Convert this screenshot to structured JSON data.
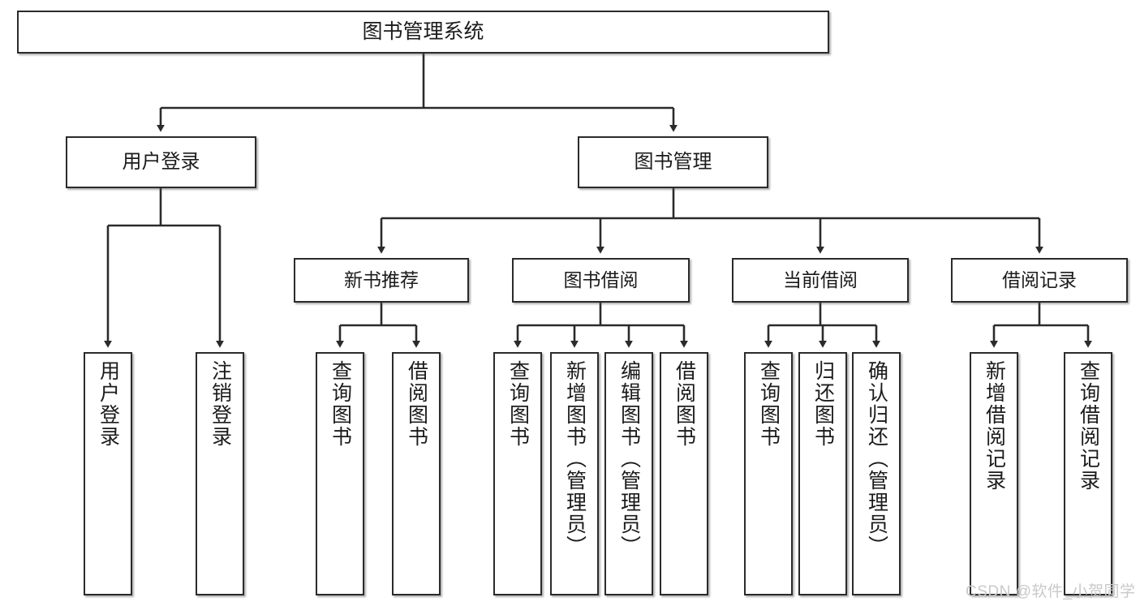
{
  "diagram": {
    "type": "tree",
    "title": "图书管理系统",
    "root": {
      "label": "图书管理系统"
    },
    "level2": [
      {
        "label": "用户登录"
      },
      {
        "label": "图书管理"
      }
    ],
    "level3": [
      {
        "label": "新书推荐"
      },
      {
        "label": "图书借阅"
      },
      {
        "label": "当前借阅"
      },
      {
        "label": "借阅记录"
      }
    ],
    "leaves": [
      {
        "label": "用户登录"
      },
      {
        "label": "注销登录"
      },
      {
        "label": "查询图书"
      },
      {
        "label": "借阅图书"
      },
      {
        "label": "查询图书"
      },
      {
        "label": "新增图书（管理员）"
      },
      {
        "label": "编辑图书（管理员）"
      },
      {
        "label": "借阅图书"
      },
      {
        "label": "查询图书"
      },
      {
        "label": "归还图书"
      },
      {
        "label": "确认归还（管理员）"
      },
      {
        "label": "新增借阅记录"
      },
      {
        "label": "查询借阅记录"
      }
    ]
  },
  "watermark": {
    "text": "CSDN @软件_小贺同学"
  },
  "colors": {
    "border": "#2b2b2b",
    "background": "#ffffff",
    "text": "#1b1b1b",
    "watermark": "#c9c9c9"
  }
}
